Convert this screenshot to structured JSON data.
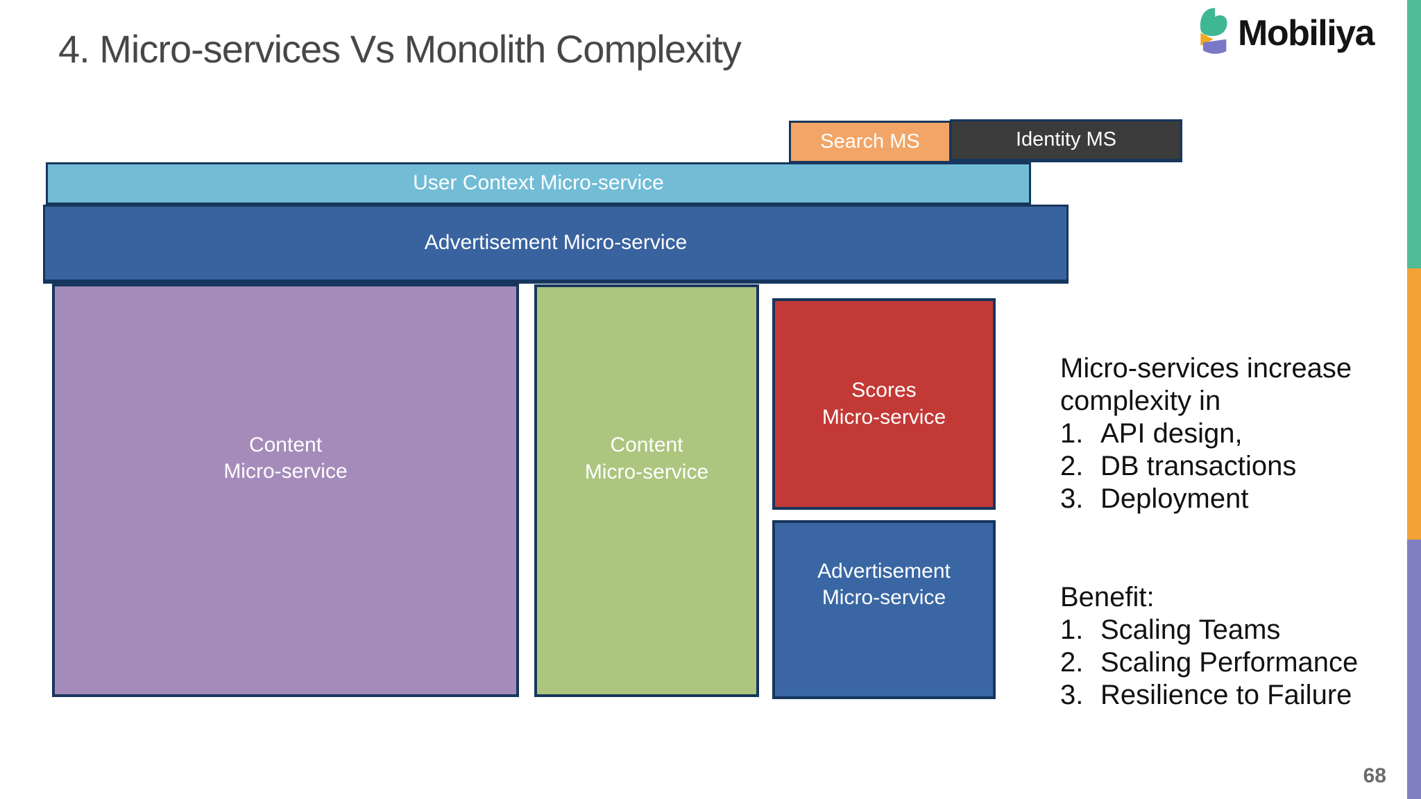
{
  "slide": {
    "title": "4. Micro-services Vs Monolith Complexity",
    "page_number": "68"
  },
  "logo": {
    "brand": "Mobiliya",
    "mark_colors": {
      "teal": "#3FB793",
      "orange": "#F4A71F",
      "purple": "#7A77C6"
    }
  },
  "diagram": {
    "search_ms": {
      "label": "Search MS",
      "fill": "#F2A567"
    },
    "identity_ms": {
      "label": "Identity MS",
      "fill": "#3B3B3B"
    },
    "user_context_bar": {
      "label": "User Context Micro-service",
      "fill": "#72BCD6"
    },
    "advertisement_bar": {
      "label": "Advertisement Micro-service",
      "fill": "#39639F"
    },
    "content_left_box": {
      "label_line1": "Content",
      "label_line2": "Micro-service",
      "fill": "#A58BBA"
    },
    "content_mid_box": {
      "label_line1": "Content",
      "label_line2": "Micro-service",
      "fill": "#ACC57F"
    },
    "scores_box": {
      "label_line1": "Scores",
      "label_line2": "Micro-service",
      "fill": "#C23936"
    },
    "advertisement_box": {
      "label_line1": "Advertisement",
      "label_line2": "Micro-service",
      "fill": "#3A67A4"
    }
  },
  "notes": {
    "complexity": {
      "heading_line1": "Micro-services increase",
      "heading_line2": "complexity in",
      "items": [
        {
          "num": "1.",
          "text": "API design,"
        },
        {
          "num": "2.",
          "text": "DB transactions"
        },
        {
          "num": "3.",
          "text": "Deployment"
        }
      ]
    },
    "benefit": {
      "heading": "Benefit:",
      "items": [
        {
          "num": "1.",
          "text": "Scaling Teams"
        },
        {
          "num": "2.",
          "text": "Scaling Performance"
        },
        {
          "num": "3.",
          "text": "Resilience to Failure"
        }
      ]
    }
  },
  "accent_strip": {
    "colors": [
      "#52BB97",
      "#F2A234",
      "#7F80C1"
    ]
  },
  "colors": {
    "border_navy": "#17365D",
    "title_gray": "#474747",
    "page_number_gray": "#6B6B6B"
  }
}
